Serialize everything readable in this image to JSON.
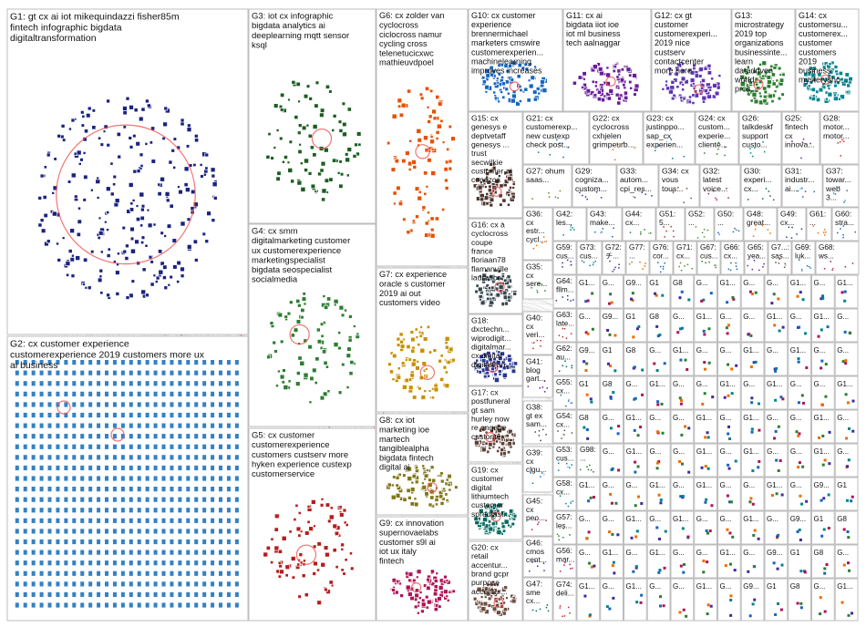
{
  "diagram": {
    "groups": [
      {
        "id": "G1",
        "label": "G1: gt cx ai iot mikequindazzi fisher85m fintech infographic bigdata digitaltransformation",
        "color": "#1a237e",
        "shape": "radial"
      },
      {
        "id": "G2",
        "label": "G2: cx customer experience customerexperience 2019 customers more ux ai business",
        "color": "#1e73be",
        "shape": "grid"
      },
      {
        "id": "G3",
        "label": "G3: iot cx infographic bigdata analytics ai deeplearning mqtt sensor ksql",
        "color": "#1b5e20",
        "shape": "cluster"
      },
      {
        "id": "G4",
        "label": "G4: cx smm digitalmarketing customer ux customerexperience marketingspecialist bigdata seospecialist socialmedia",
        "color": "#2e7d32",
        "shape": "cluster"
      },
      {
        "id": "G5",
        "label": "G5: cx customer customerexperience customers custserv more hyken experience custexp customerservice",
        "color": "#b71c1c",
        "shape": "cluster"
      },
      {
        "id": "G6",
        "label": "G6: cx zolder van cyclocross ciclocross namur cycling cross telenetucicxwc mathieuvdpoel",
        "color": "#e65100",
        "shape": "cluster"
      },
      {
        "id": "G7",
        "label": "G7: cx experience oracle s customer 2019 ai out customers video",
        "color": "#c79100",
        "shape": "cluster"
      },
      {
        "id": "G8",
        "label": "G8: cx iot marketing ioe martech tangiblealpha bigdata fintech digital ai",
        "color": "#827717",
        "shape": "cluster"
      },
      {
        "id": "G9",
        "label": "G9: cx innovation supernovaelabs customer s9l ai iot ux italy fintech",
        "color": "#ad1457",
        "shape": "cluster"
      },
      {
        "id": "G10",
        "label": "G10: cx customer experience brennermichael marketers cmswire customerexperien... machinelearning improves increases",
        "color": "#1565c0",
        "shape": "cluster"
      },
      {
        "id": "G11",
        "label": "G11: cx ai bigdata iiot ioe iot ml business tech aalnaggar",
        "color": "#6a1b9a",
        "shape": "cluster"
      },
      {
        "id": "G12",
        "label": "G12: cx gt customer customerexperi... 2019 nice custserv contactcenter more here",
        "color": "#5e35b1",
        "shape": "cluster"
      },
      {
        "id": "G13",
        "label": "G13: microstrategy 2019 top organizations businessinte... learn datadriven world pros...",
        "color": "#2e7d32",
        "shape": "cluster"
      },
      {
        "id": "G14",
        "label": "G14: cx customersu... customerex... customer customers 2019 business mysterysho...",
        "color": "#00838f",
        "shape": "cluster"
      },
      {
        "id": "G15",
        "label": "G15: cx genesys e deptvetaff genesys ... trust secwilkie customer ai conozca",
        "color": "#4e342e",
        "shape": "cluster"
      },
      {
        "id": "G16",
        "label": "G16: cx à cyclocross coupe france floriaan78 flamanville laurance...",
        "color": "#37474f",
        "shape": "cluster"
      },
      {
        "id": "G17",
        "label": "G17: cx postfuneral gt sam hurley now re engage customer...",
        "color": "#5d4037",
        "shape": "cluster"
      },
      {
        "id": "G18",
        "label": "G18: dxctechn... wiprodigit... digitalmar... cx digital digitaltran...",
        "color": "#283593",
        "shape": "cluster"
      },
      {
        "id": "G19",
        "label": "G19: cx customer digital lithiumtech customer spredfast...",
        "color": "#00695c",
        "shape": "cluster"
      },
      {
        "id": "G20",
        "label": "G20: cx retail accentur... brand gcpr purpose accentur...",
        "color": "#6d4c41",
        "shape": "cluster"
      },
      {
        "id": "G21",
        "label": "G21: cx customerexp... new custexp check post...",
        "color": "#1565c0",
        "shape": "small"
      },
      {
        "id": "G22",
        "label": "G22: cx cyclocross cxhjelen grimpeurb...",
        "color": "#ef6c00",
        "shape": "small"
      },
      {
        "id": "G23",
        "label": "G23: cx justinppo... sap_cx experien...",
        "color": "#0277bd",
        "shape": "small"
      },
      {
        "id": "G24",
        "label": "G24: cx custom... experie... cliente...",
        "color": "#2e7d32",
        "shape": "small"
      },
      {
        "id": "G25",
        "label": "G25: fintech cx innova...",
        "color": "#6a1b9a",
        "shape": "small"
      },
      {
        "id": "G26",
        "label": "G26: talkdeskf support custo...",
        "color": "#00838f",
        "shape": "small"
      },
      {
        "id": "G27",
        "label": "G27: ohum saas...",
        "color": "#558b2f",
        "shape": "small"
      },
      {
        "id": "G28",
        "label": "G28: motor... motor...",
        "color": "#c62828",
        "shape": "small"
      },
      {
        "id": "G29",
        "label": "G29: cogniza... custom...",
        "color": "#4527a0",
        "shape": "small"
      },
      {
        "id": "G30",
        "label": "G30: experi... cx...",
        "color": "#00695c",
        "shape": "small"
      },
      {
        "id": "G31",
        "label": "G31: industr... ai...",
        "color": "#1565c0",
        "shape": "small"
      },
      {
        "id": "G32",
        "label": "G32: latest voice...",
        "color": "#ad1457",
        "shape": "small"
      },
      {
        "id": "G33",
        "label": "G33: autom... cpi_res...",
        "color": "#283593",
        "shape": "small"
      },
      {
        "id": "G34",
        "label": "G34: cx vous tous...",
        "color": "#6d4c41",
        "shape": "small"
      },
      {
        "id": "G35",
        "label": "G35: cx sere...",
        "color": "#2e7d32",
        "shape": "small"
      },
      {
        "id": "G36",
        "label": "G36: cx estr... cycl...",
        "color": "#ef6c00",
        "shape": "small"
      },
      {
        "id": "G37",
        "label": "G37: towar... web 3...",
        "color": "#0277bd",
        "shape": "small"
      },
      {
        "id": "G38",
        "label": "G38: gt ex sam...",
        "color": "#5d4037",
        "shape": "small"
      },
      {
        "id": "G39",
        "label": "G39: cx clgu...",
        "color": "#1565c0",
        "shape": "small"
      },
      {
        "id": "G40",
        "label": "G40: cx veri...",
        "color": "#c62828",
        "shape": "small"
      },
      {
        "id": "G41",
        "label": "G41: blog gart...",
        "color": "#6a1b9a",
        "shape": "small"
      },
      {
        "id": "G42",
        "label": "G42: les...",
        "color": "#00838f",
        "shape": "small"
      },
      {
        "id": "G43",
        "label": "G43: make...",
        "color": "#1565c0",
        "shape": "small"
      },
      {
        "id": "G44",
        "label": "G44: cx...",
        "color": "#2e7d32",
        "shape": "small"
      },
      {
        "id": "G45",
        "label": "G45: cx peo...",
        "color": "#ad1457",
        "shape": "small"
      },
      {
        "id": "G46",
        "label": "G46: cmos cent...",
        "color": "#4527a0",
        "shape": "small"
      },
      {
        "id": "G47",
        "label": "G47: sme cx...",
        "color": "#00695c",
        "shape": "small"
      },
      {
        "id": "G48",
        "label": "G48: great...",
        "color": "#ef6c00",
        "shape": "small"
      },
      {
        "id": "G49",
        "label": "G49: cx...",
        "color": "#283593",
        "shape": "small"
      },
      {
        "id": "G50",
        "label": "G50: ...",
        "color": "#1565c0",
        "shape": "small"
      },
      {
        "id": "G51",
        "label": "G51: 5...",
        "color": "#c62828",
        "shape": "small"
      },
      {
        "id": "G52",
        "label": "G52: ...",
        "color": "#558b2f",
        "shape": "small"
      },
      {
        "id": "G53",
        "label": "G53: cus...",
        "color": "#0277bd",
        "shape": "small"
      },
      {
        "id": "G54",
        "label": "G54: cx...",
        "color": "#6d4c41",
        "shape": "small"
      },
      {
        "id": "G55",
        "label": "G55: cx...",
        "color": "#1565c0",
        "shape": "small"
      },
      {
        "id": "G56",
        "label": "G56: mar...",
        "color": "#ad1457",
        "shape": "small"
      },
      {
        "id": "G57",
        "label": "G57: les...",
        "color": "#2e7d32",
        "shape": "small"
      },
      {
        "id": "G58",
        "label": "G58: cx...",
        "color": "#00838f",
        "shape": "small"
      },
      {
        "id": "G59",
        "label": "G59: cus...",
        "color": "#4527a0",
        "shape": "small"
      },
      {
        "id": "G60",
        "label": "G60: stra...",
        "color": "#1565c0",
        "shape": "small"
      },
      {
        "id": "G61",
        "label": "G61: ...",
        "color": "#ef6c00",
        "shape": "small"
      },
      {
        "id": "G62",
        "label": "G62: au...",
        "color": "#00695c",
        "shape": "small"
      },
      {
        "id": "G63",
        "label": "G63: late...",
        "color": "#c62828",
        "shape": "small"
      },
      {
        "id": "G64",
        "label": "G64: fllm...",
        "color": "#283593",
        "shape": "small"
      },
      {
        "id": "G65",
        "label": "G65: yea...",
        "color": "#6a1b9a",
        "shape": "small"
      },
      {
        "id": "G66",
        "label": "G66: cx...",
        "color": "#1565c0",
        "shape": "small"
      },
      {
        "id": "G67",
        "label": "G67: cus...",
        "color": "#2e7d32",
        "shape": "small"
      },
      {
        "id": "G68",
        "label": "G68: ws...",
        "color": "#ad1457",
        "shape": "small"
      },
      {
        "id": "G69",
        "label": "G69: luk...",
        "color": "#0277bd",
        "shape": "small"
      },
      {
        "id": "G70",
        "label": "G7...: sas...",
        "color": "#6d4c41",
        "shape": "small"
      },
      {
        "id": "G71",
        "label": "G71: cx...",
        "color": "#558b2f",
        "shape": "small"
      },
      {
        "id": "G72",
        "label": "G72: チ...",
        "color": "#4527a0",
        "shape": "small"
      },
      {
        "id": "G73",
        "label": "G73: cus...",
        "color": "#00838f",
        "shape": "small"
      },
      {
        "id": "G74",
        "label": "G74: deli...",
        "color": "#c62828",
        "shape": "small"
      },
      {
        "id": "G76",
        "label": "G76: cor...",
        "color": "#1565c0",
        "shape": "small"
      },
      {
        "id": "G77",
        "label": "G77: ...",
        "color": "#ef6c00",
        "shape": "small"
      },
      {
        "id": "G83",
        "label": "G83: ...",
        "color": "#6a1b9a",
        "shape": "small"
      },
      {
        "id": "G98",
        "label": "G98: ...",
        "color": "#2e7d32",
        "shape": "small"
      }
    ],
    "micro_labels": [
      "G1...",
      "G...",
      "G9...",
      "G1",
      "G8",
      "G...",
      "G1...",
      "G...",
      "G...",
      "G1...",
      "G...",
      "G1...",
      "G...",
      "G..."
    ],
    "colors": {
      "edge": "#7f7f7f",
      "highlight_edge": "#d81b60",
      "border": "#bdbdbd",
      "background": "#ffffff"
    }
  }
}
